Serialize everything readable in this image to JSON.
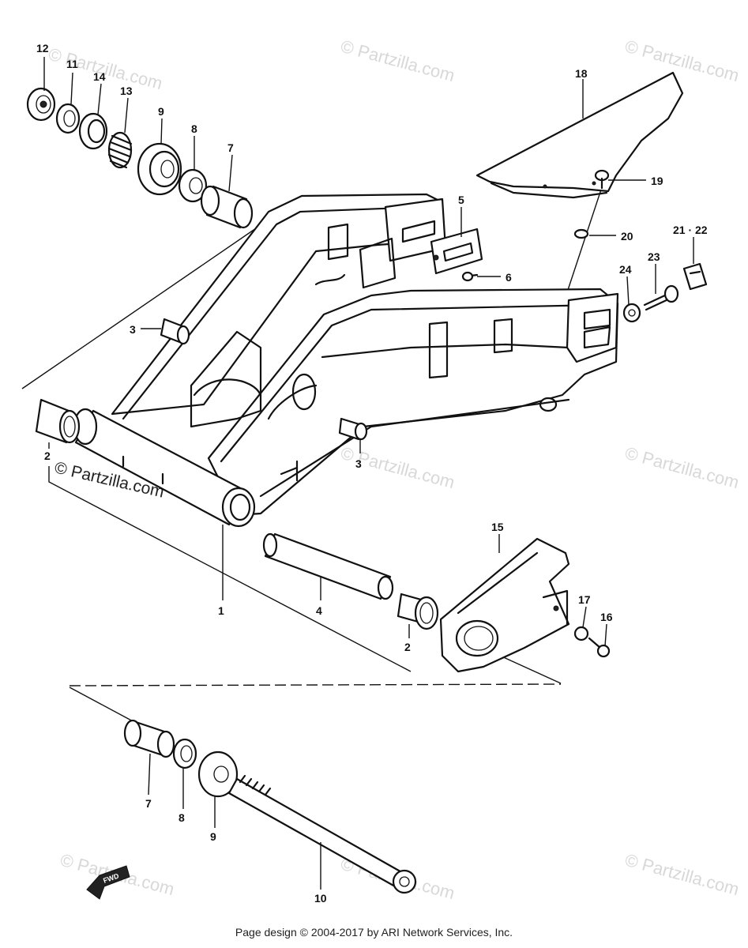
{
  "watermark": "© Partzilla.com",
  "footer": "Page design © 2004-2017 by ARI Network Services, Inc.",
  "arrow_label": "FWD",
  "callouts": [
    {
      "id": "c12",
      "text": "12"
    },
    {
      "id": "c11",
      "text": "11"
    },
    {
      "id": "c14",
      "text": "14"
    },
    {
      "id": "c13",
      "text": "13"
    },
    {
      "id": "c9a",
      "text": "9"
    },
    {
      "id": "c8a",
      "text": "8"
    },
    {
      "id": "c7a",
      "text": "7"
    },
    {
      "id": "c18",
      "text": "18"
    },
    {
      "id": "c19",
      "text": "19"
    },
    {
      "id": "c5",
      "text": "5"
    },
    {
      "id": "c6",
      "text": "6"
    },
    {
      "id": "c20",
      "text": "20"
    },
    {
      "id": "c2122",
      "text": "21 · 22"
    },
    {
      "id": "c23",
      "text": "23"
    },
    {
      "id": "c24",
      "text": "24"
    },
    {
      "id": "c3a",
      "text": "3"
    },
    {
      "id": "c3b",
      "text": "3"
    },
    {
      "id": "c2a",
      "text": "2"
    },
    {
      "id": "c1",
      "text": "1"
    },
    {
      "id": "c4",
      "text": "4"
    },
    {
      "id": "c15",
      "text": "15"
    },
    {
      "id": "c17",
      "text": "17"
    },
    {
      "id": "c16",
      "text": "16"
    },
    {
      "id": "c2b",
      "text": "2"
    },
    {
      "id": "c7b",
      "text": "7"
    },
    {
      "id": "c8b",
      "text": "8"
    },
    {
      "id": "c9b",
      "text": "9"
    },
    {
      "id": "c10",
      "text": "10"
    }
  ]
}
